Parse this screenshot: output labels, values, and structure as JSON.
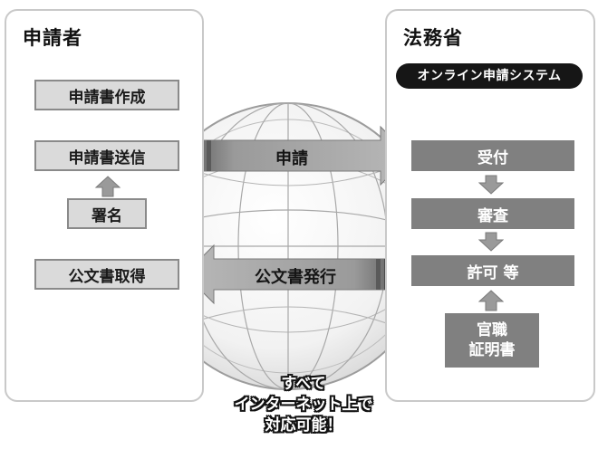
{
  "applicant": {
    "title": "申請者",
    "steps": {
      "create": "申請書作成",
      "send": "申請書送信",
      "sign": "署名",
      "obtain": "公文書取得"
    }
  },
  "ministry": {
    "title": "法務省",
    "system": "オンライン申請システム",
    "steps": {
      "receive": "受付",
      "examine": "審査",
      "permit": "許可 等",
      "cert_line1": "官職",
      "cert_line2": "証明書"
    }
  },
  "arrows": {
    "apply": "申請",
    "issue": "公文書発行"
  },
  "caption": {
    "line1": "すべて",
    "line2": "インターネット上で",
    "line3": "対応可能！"
  },
  "colors": {
    "left_box_fill": "#dadada",
    "right_box_fill": "#808080",
    "badge_fill": "#161616",
    "arrow_fill": "#a6a6a6"
  }
}
